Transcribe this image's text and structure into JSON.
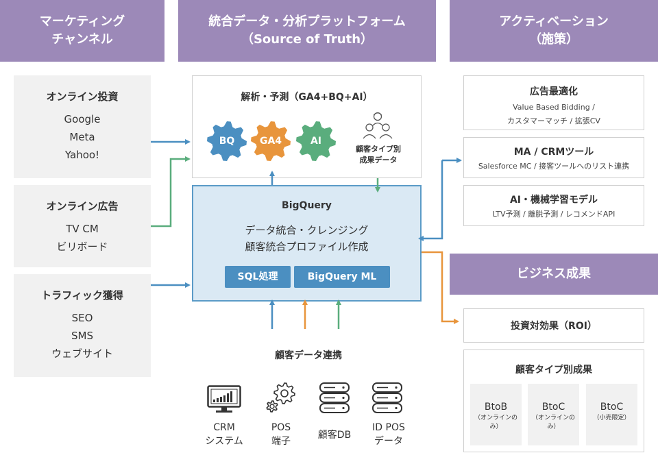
{
  "headers": {
    "marketing": [
      "マーケティング",
      "チャンネル"
    ],
    "platform": [
      "統合データ・分析プラットフォーム",
      "（Source of Truth）"
    ],
    "activation": [
      "アクティベーション",
      "（施策）"
    ],
    "business": "ビジネス成果"
  },
  "channels": [
    {
      "title": "オンライン投資",
      "items": [
        "Google",
        "Meta",
        "Yahoo!"
      ]
    },
    {
      "title": "オンライン広告",
      "items": [
        "TV CM",
        "ビリボード"
      ]
    },
    {
      "title": "トラフィック獲得",
      "items": [
        "SEO",
        "SMS",
        "ウェブサイト"
      ]
    }
  ],
  "analysis": {
    "title": "解析・予測（GA4+BQ+AI）",
    "gears": [
      {
        "label": "BQ",
        "color": "#4b8fc1"
      },
      {
        "label": "GA4",
        "color": "#e8953c"
      },
      {
        "label": "AI",
        "color": "#5aad7d"
      }
    ],
    "persona_label": [
      "顧客タイプ別",
      "成果データ"
    ]
  },
  "bigquery": {
    "title": "BigQuery",
    "lines": [
      "データ統合・クレンジング",
      "顧客統合プロファイル作成"
    ],
    "buttons": [
      "SQL処理",
      "BigQuery ML"
    ]
  },
  "data_links": {
    "title": "顧客データ連携",
    "items": [
      {
        "icon": "crm-monitor-icon",
        "label": [
          "CRM",
          "システム"
        ]
      },
      {
        "icon": "gears-icon",
        "label": [
          "POS",
          "端子"
        ]
      },
      {
        "icon": "database-icon",
        "label": [
          "顧客DB"
        ]
      },
      {
        "icon": "database-icon",
        "label": [
          "ID POS",
          "データ"
        ]
      }
    ]
  },
  "activations": [
    {
      "title": "広告最適化",
      "subs": [
        "Value Based Bidding /",
        "カスタマーマッチ / 拡張CV"
      ]
    },
    {
      "title": "MA / CRMツール",
      "subs": [
        "Salesforce MC / 接客ツールへのリスト連携"
      ]
    },
    {
      "title": "AI・機械学習モデル",
      "subs": [
        "LTV予測 / 離脱予測 / レコメンドAPI"
      ]
    }
  ],
  "results": {
    "roi": "投資対効果（ROI）",
    "segments_title": "顧客タイプ別成果",
    "segments": [
      {
        "name": "BtoB",
        "note": "（オンラインのみ）"
      },
      {
        "name": "BtoC",
        "note": "（オンラインのみ）"
      },
      {
        "name": "BtoC",
        "note": "（小売限定）"
      }
    ]
  },
  "colors": {
    "header": "#9c89b8",
    "blue": "#4b8fc1",
    "orange": "#e8953c",
    "green": "#5aad7d",
    "box_gray": "#f1f1f1",
    "bq_fill": "#dae9f4"
  }
}
